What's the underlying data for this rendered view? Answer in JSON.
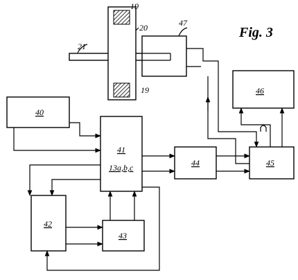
{
  "figure": {
    "title": "Fig. 3"
  },
  "labels": {
    "shaft": "21",
    "disc": "20",
    "magnet_top": "19",
    "magnet_bottom": "19",
    "sensor": "47",
    "display": "46",
    "input_unit": "40",
    "processor": "41",
    "processor_sub": "13a,b,c",
    "power_supply": "42",
    "interface": "43",
    "amplifier": "44",
    "controller": "45"
  },
  "colors": {
    "ink": "#000000",
    "paper": "#ffffff",
    "hatch": "#555555"
  }
}
